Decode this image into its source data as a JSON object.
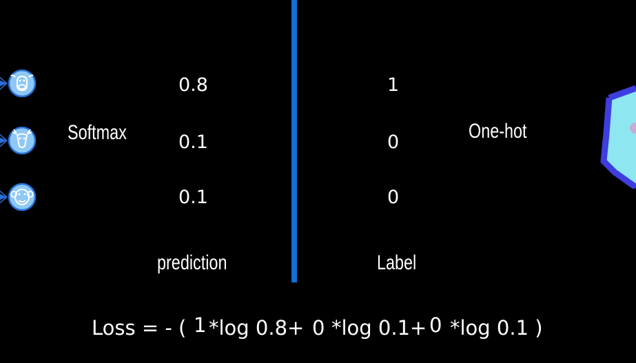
{
  "softmax_label": "Softmax",
  "onehot_label": "One-hot",
  "prediction": {
    "caption": "prediction",
    "values": [
      "0.8",
      "0.1",
      "0.1"
    ]
  },
  "label": {
    "caption": "Label",
    "values": [
      "1",
      "0",
      "0"
    ]
  },
  "icons": [
    "cow-face-icon",
    "deer-face-icon",
    "monkey-face-icon"
  ],
  "loss": {
    "prefix": "Loss = - (",
    "coef1": "1",
    "term1": "*log 0.8+",
    "coef2": "0",
    "term2": "*log 0.1+",
    "coef3": "0",
    "term3": "*log 0.1 )"
  },
  "colors": {
    "divider": "#1170d8",
    "icon_fill": "#8ec8f5",
    "icon_stroke": "#2a6fd6",
    "shield": "#3e3ee0"
  }
}
